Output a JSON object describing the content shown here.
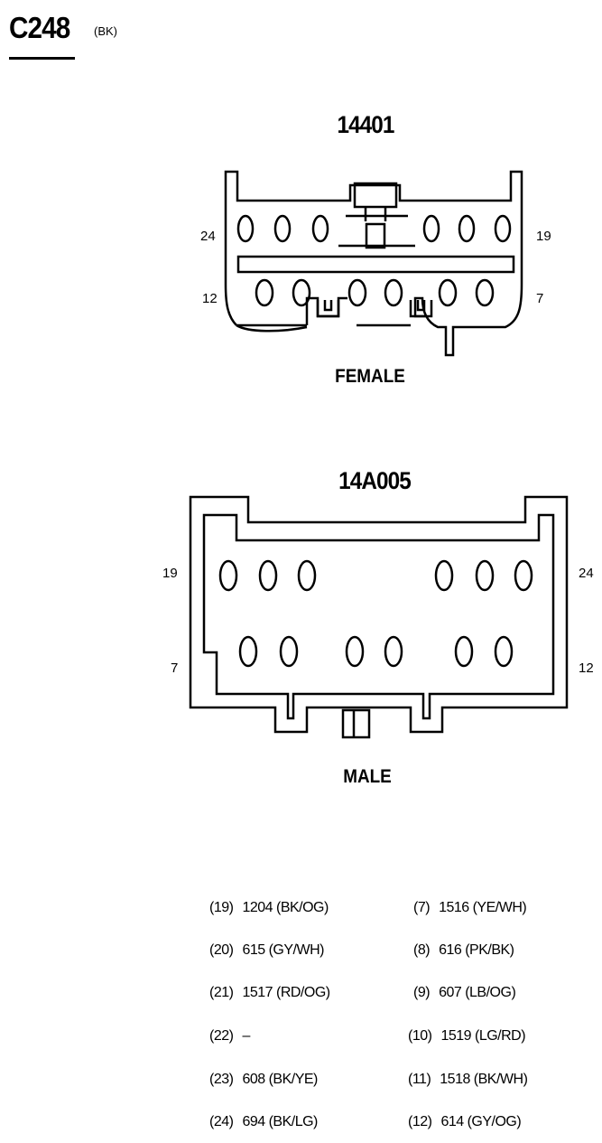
{
  "header": {
    "title": "C248",
    "color": "(BK)"
  },
  "female": {
    "part_number": "14401",
    "label": "FEMALE",
    "pins": {
      "top_left": "24",
      "top_right": "19",
      "bottom_left": "12",
      "bottom_right": "7"
    }
  },
  "male": {
    "part_number": "14A005",
    "label": "MALE",
    "pins": {
      "top_left": "19",
      "top_right": "24",
      "bottom_left": "7",
      "bottom_right": "12"
    }
  },
  "pinout": {
    "left": [
      {
        "pin": "(19)",
        "circuit": "1204 (BK/OG)"
      },
      {
        "pin": "(20)",
        "circuit": "615 (GY/WH)"
      },
      {
        "pin": "(21)",
        "circuit": "1517 (RD/OG)"
      },
      {
        "pin": "(22)",
        "circuit": "–"
      },
      {
        "pin": "(23)",
        "circuit": "608 (BK/YE)"
      },
      {
        "pin": "(24)",
        "circuit": "694 (BK/LG)"
      }
    ],
    "right": [
      {
        "pin": "(7)",
        "circuit": "1516 (YE/WH)"
      },
      {
        "pin": "(8)",
        "circuit": "616 (PK/BK)"
      },
      {
        "pin": "(9)",
        "circuit": "607 (LB/OG)"
      },
      {
        "pin": "(10)",
        "circuit": "1519 (LG/RD)"
      },
      {
        "pin": "(11)",
        "circuit": "1518 (BK/WH)"
      },
      {
        "pin": "(12)",
        "circuit": "614 (GY/OG)"
      }
    ]
  }
}
